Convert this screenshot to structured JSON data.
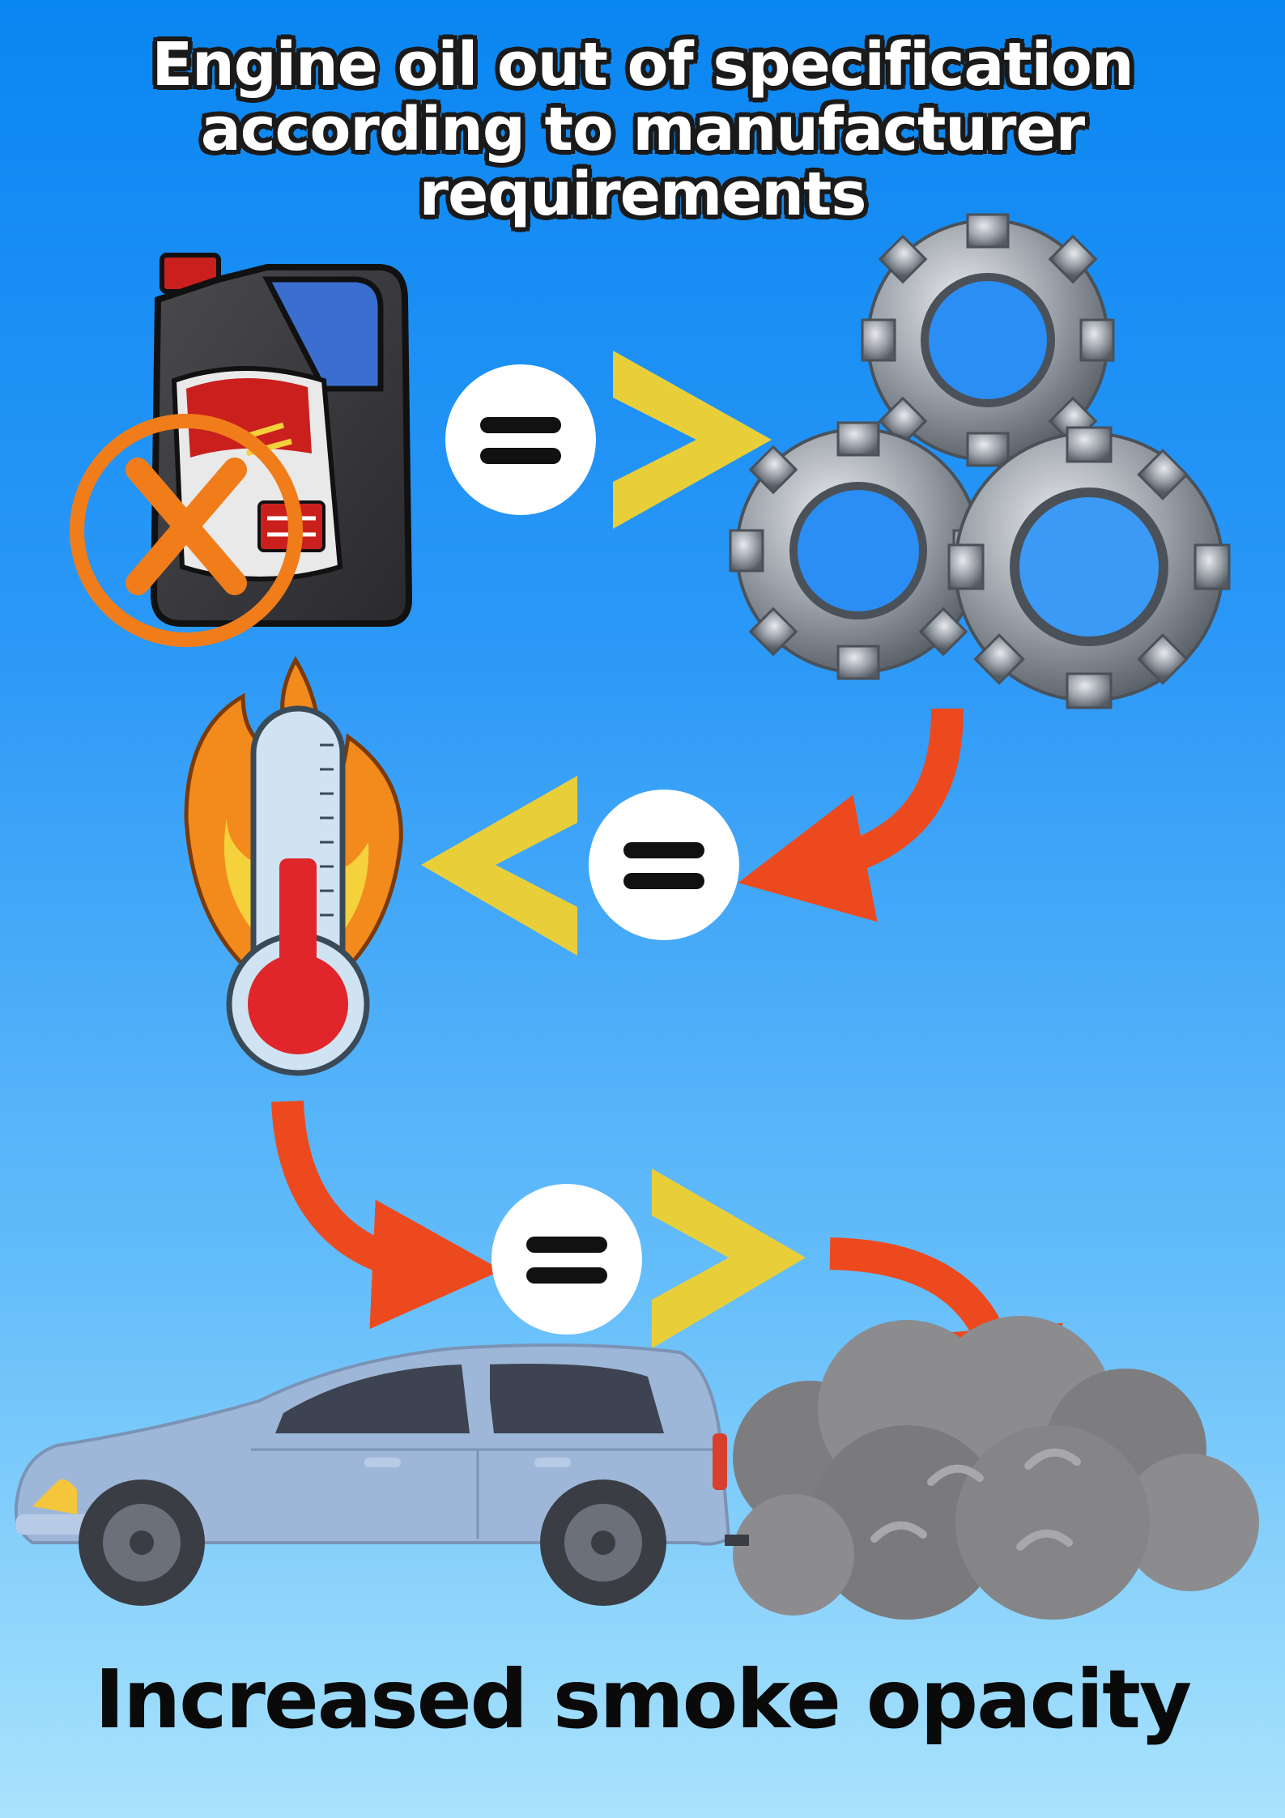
{
  "title": {
    "line1": "Engine oil out of specification",
    "line2": "according to manufacturer",
    "line3": "requirements"
  },
  "conclusion": "Increased smoke opacity",
  "icons": [
    "oil-canister-icon",
    "prohibited-icon",
    "gears-icon",
    "thermometer-fire-icon",
    "car-icon",
    "smoke-cloud-icon"
  ],
  "colors": {
    "bg_top": "#0a86f2",
    "bg_bottom": "#a9e3fc",
    "chevron": "#e8cf3a",
    "curved_arrow": "#ec4a1e",
    "prohibited": "#f07d1a",
    "equals_circle": "#ffffff",
    "car_body": "#9eb7d8",
    "smoke": "#8c8c8c"
  }
}
